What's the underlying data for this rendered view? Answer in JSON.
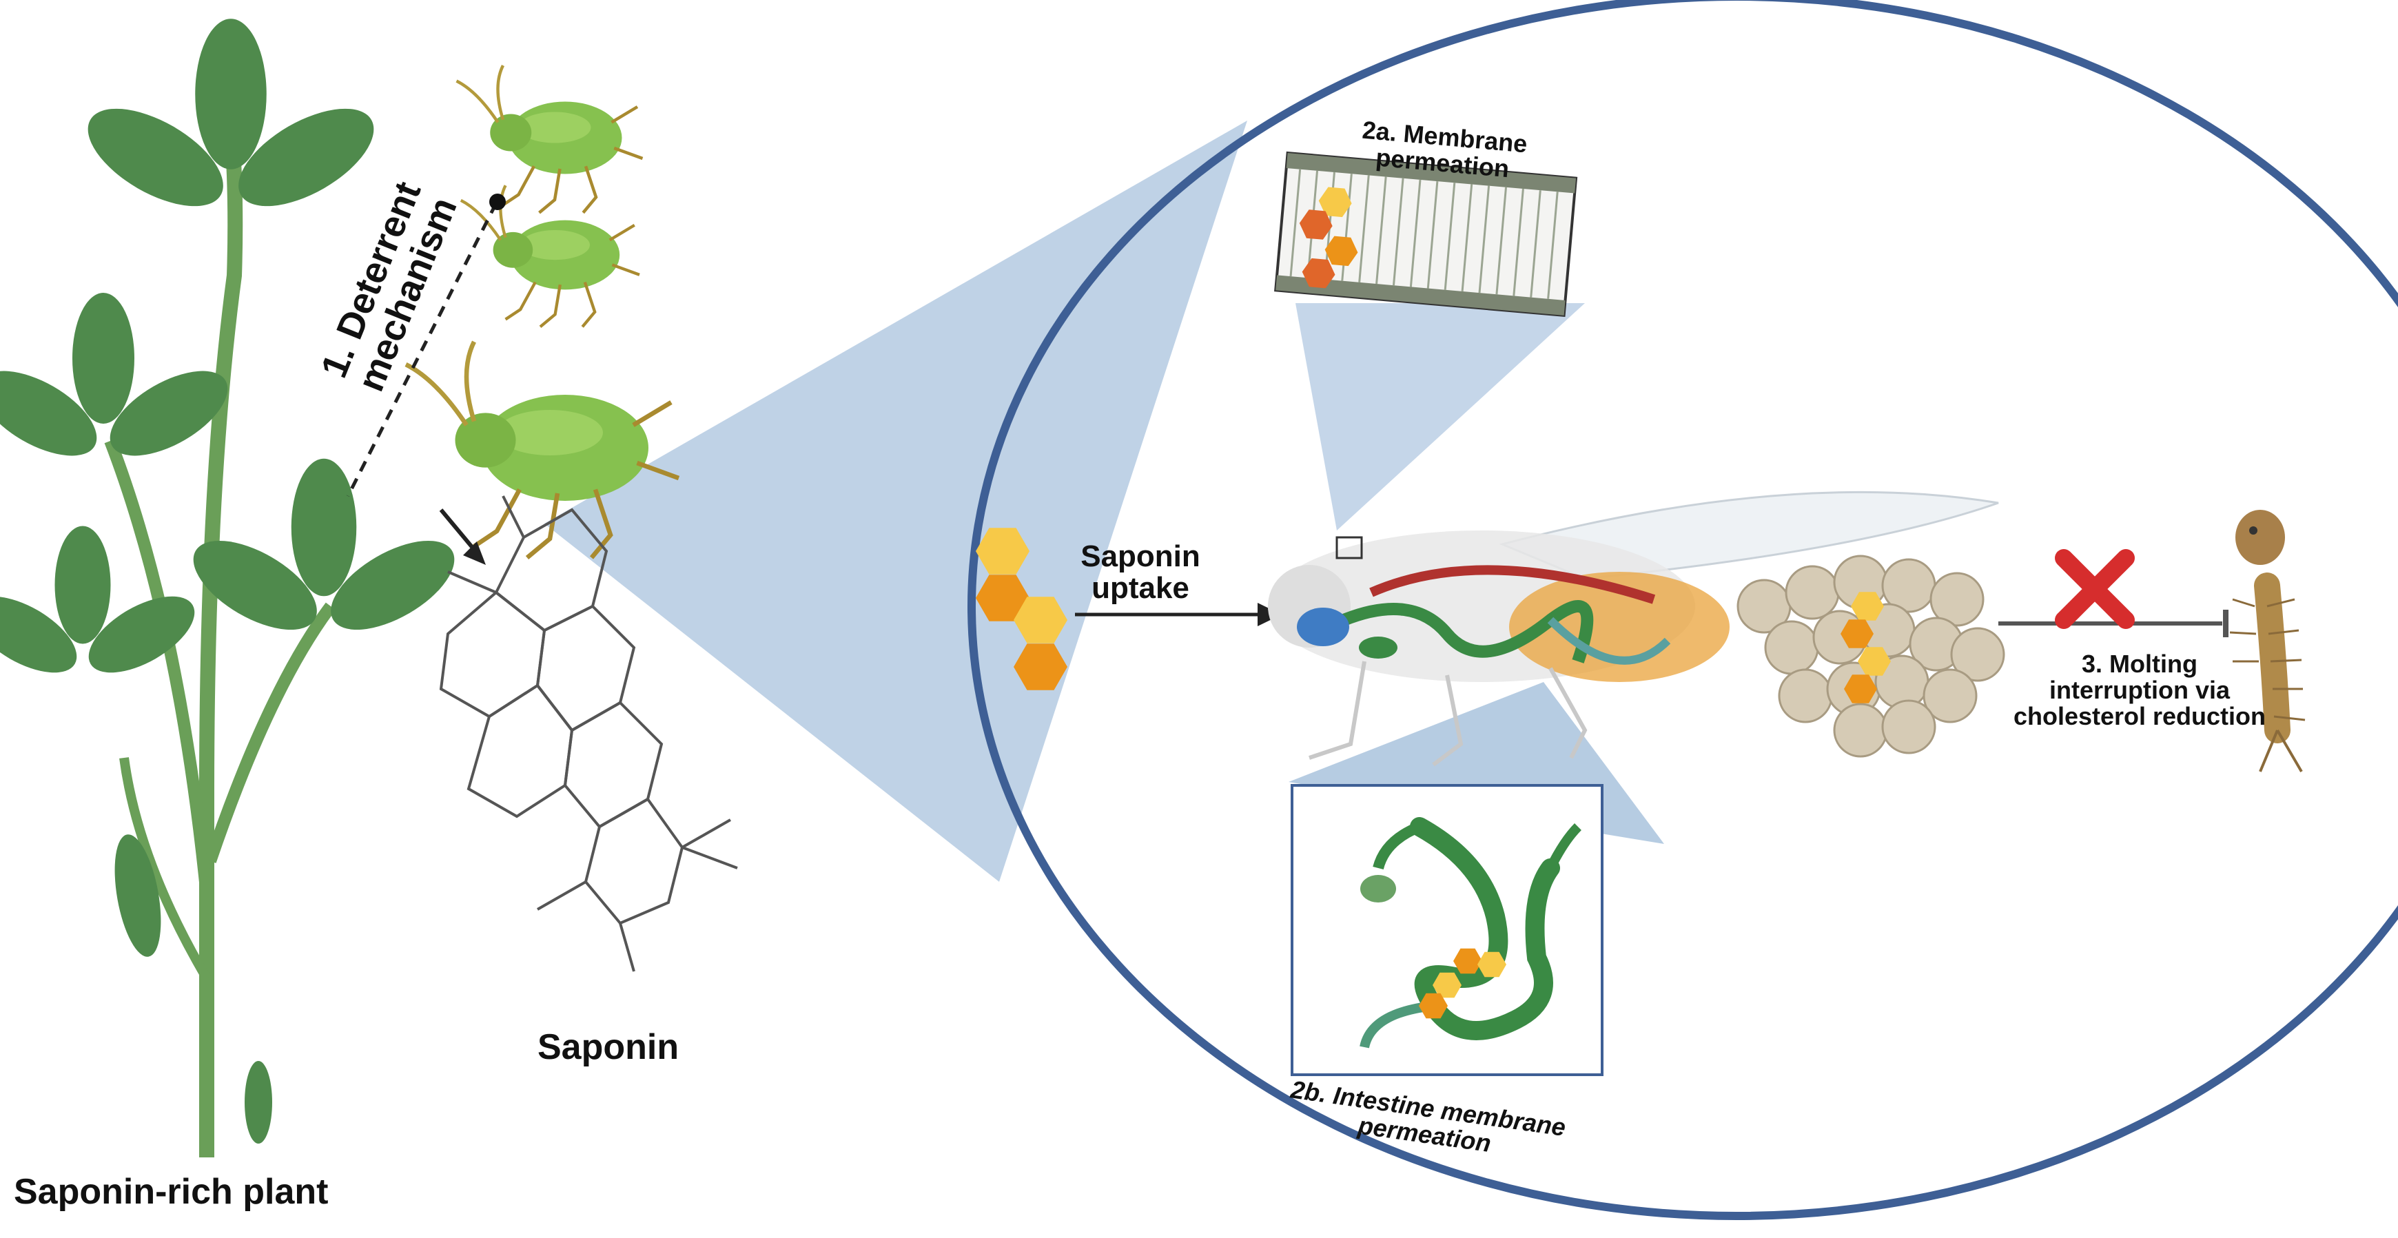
{
  "labels": {
    "plant": "Saponin-rich plant",
    "saponin": "Saponin",
    "deterrent_line1": "1.  Deterrent",
    "deterrent_line2": "mechanism",
    "membrane_line1": "2a. Membrane",
    "membrane_line2": "permeation",
    "uptake_line1": "Saponin",
    "uptake_line2": "uptake",
    "intestine_line1": "2b. Intestine  membrane",
    "intestine_line2": "permeation",
    "molting_line1": "3.  Molting",
    "molting_line2": "interruption via",
    "molting_line3": "cholesterol reduction"
  },
  "colors": {
    "circle_border": "#3e5f95",
    "projection": "#a9c3dd",
    "leaf": "#4f8a4c",
    "stem": "#6a9f58",
    "aphid": "#86c14f",
    "hexagon_yellow": "#f7c948",
    "hexagon_orange": "#ec9318",
    "hexagon_dark_orange": "#e0662a",
    "inhibition_x": "#d62d2d",
    "gut": "#3a8a44",
    "tract_red": "#b0322e",
    "egg": "#d6cbb5"
  },
  "icons": {
    "plant": "clover-plant-icon",
    "aphids": "aphid-icon",
    "molecule": "saponin-molecule-icon",
    "fly": "fly-anatomy-icon",
    "eggs": "egg-cluster-icon",
    "larva": "larva-icon",
    "x_mark": "inhibition-x-icon"
  }
}
